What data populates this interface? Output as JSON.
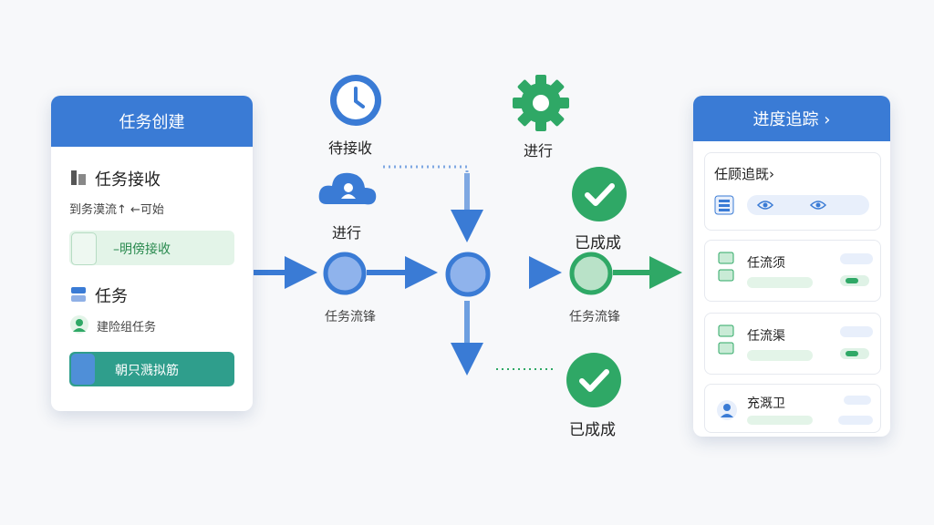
{
  "left_panel": {
    "title": "任务创建",
    "section1_title": "任务接收",
    "section1_subtitle": "到务漠流↑ ←可始",
    "section1_button": "–明傍接收",
    "section2_title": "任务",
    "section2_item": "建险组任务",
    "section2_button": "朝只溅拟筋"
  },
  "flow": {
    "pending_label": "待接收",
    "progress_label_top": "进行",
    "progress_label_cloud": "进行",
    "done_label_top": "已成成",
    "done_label_bottom": "已成成",
    "node_caption_1": "任务流锋",
    "node_caption_2": "任务流锋"
  },
  "right_panel": {
    "title": "进度追踪 ›",
    "card1_title": "任顾追既›",
    "card2_title": "任流须",
    "card3_title": "任流渠",
    "card4_title": "充溉卫"
  },
  "colors": {
    "blue": "#3a7bd5",
    "green": "#2fa866",
    "teal": "#2f9e8c",
    "light_green": "#e3f4e8",
    "light_blue": "#e8effb"
  },
  "icons": [
    "clock-icon",
    "gear-icon",
    "cloud-user-icon",
    "check-icon",
    "check-icon",
    "person-icon",
    "list-icon",
    "server-icon",
    "eye-icon"
  ]
}
